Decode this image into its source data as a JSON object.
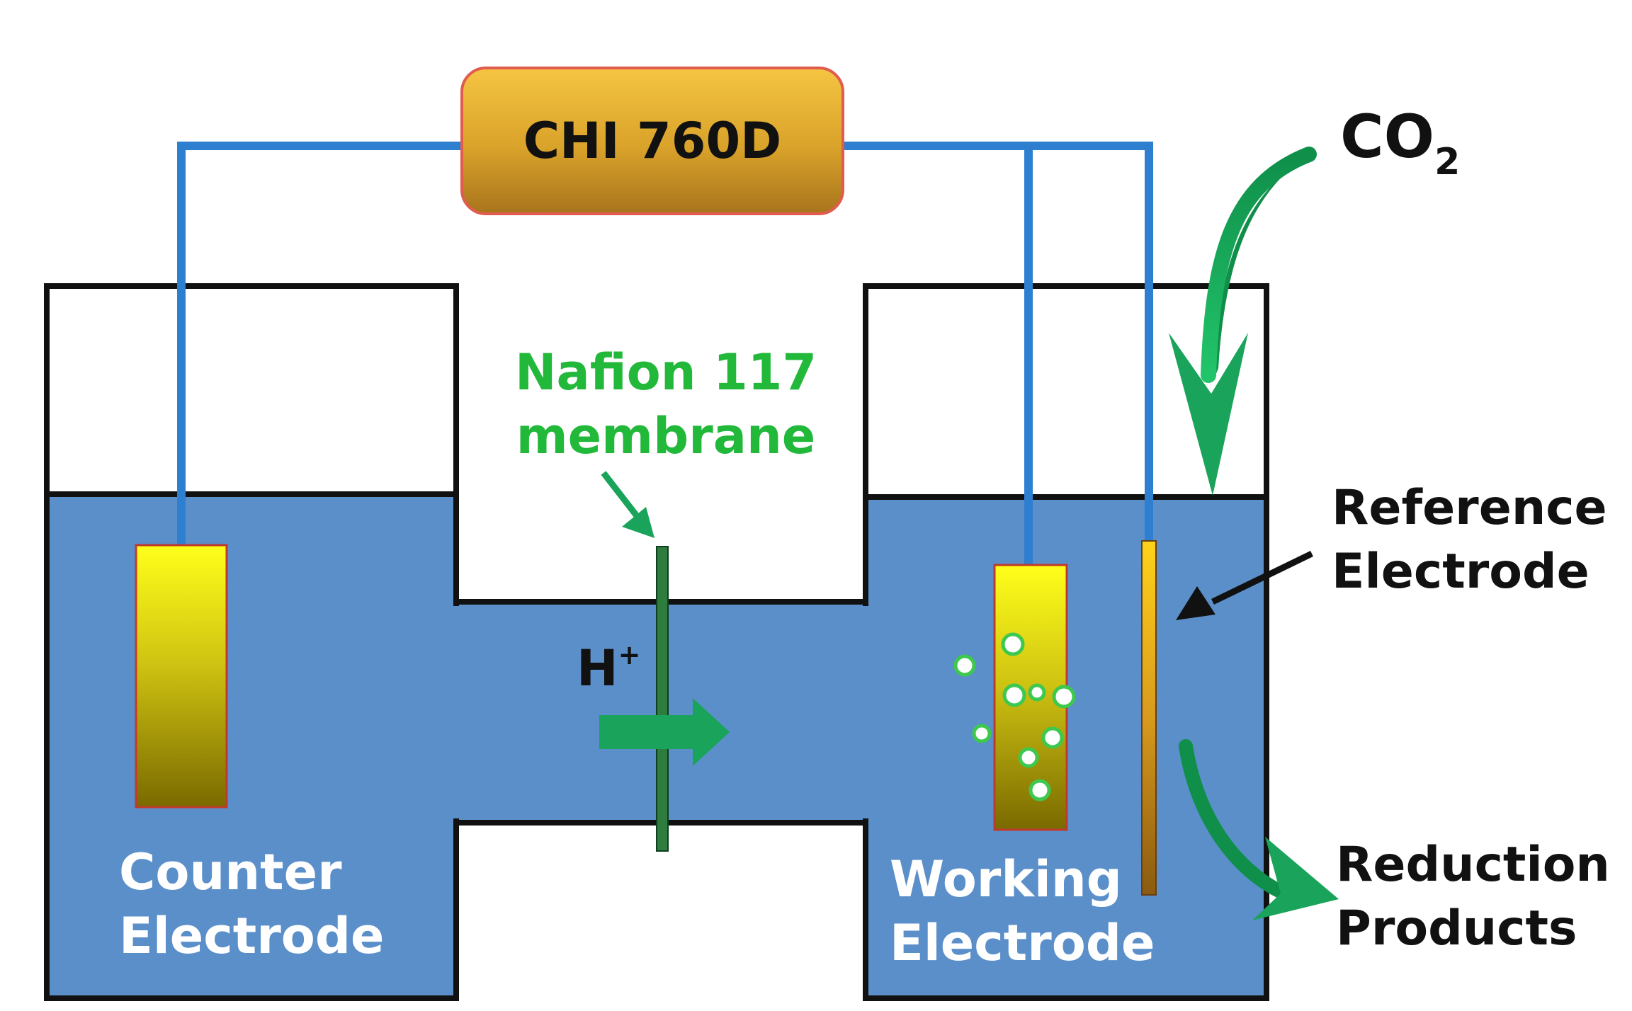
{
  "diagram": {
    "potentiostat": {
      "label": "CHI 760D"
    },
    "membrane": {
      "line1": "Nafion 117",
      "line2": "membrane"
    },
    "proton": {
      "symbol": "H",
      "charge": "+"
    },
    "co2": {
      "base": "CO",
      "subscript": "2"
    },
    "reference_electrode": {
      "line1": "Reference",
      "line2": "Electrode"
    },
    "reduction_products": {
      "line1": "Reduction",
      "line2": "Products"
    },
    "counter_electrode": {
      "line1": "Counter",
      "line2": "Electrode"
    },
    "working_electrode": {
      "line1": "Working",
      "line2": "Electrode"
    }
  },
  "colors": {
    "wire": "#2f7fd0",
    "electrolyte": "#5b8fc9",
    "outline": "#111111",
    "label_green": "#22b83a",
    "arrow_green": "#1aa35a",
    "membrane": "#2e7d3f",
    "bubble_fill": "#ffffff",
    "bubble_stroke": "#3ec84e"
  }
}
